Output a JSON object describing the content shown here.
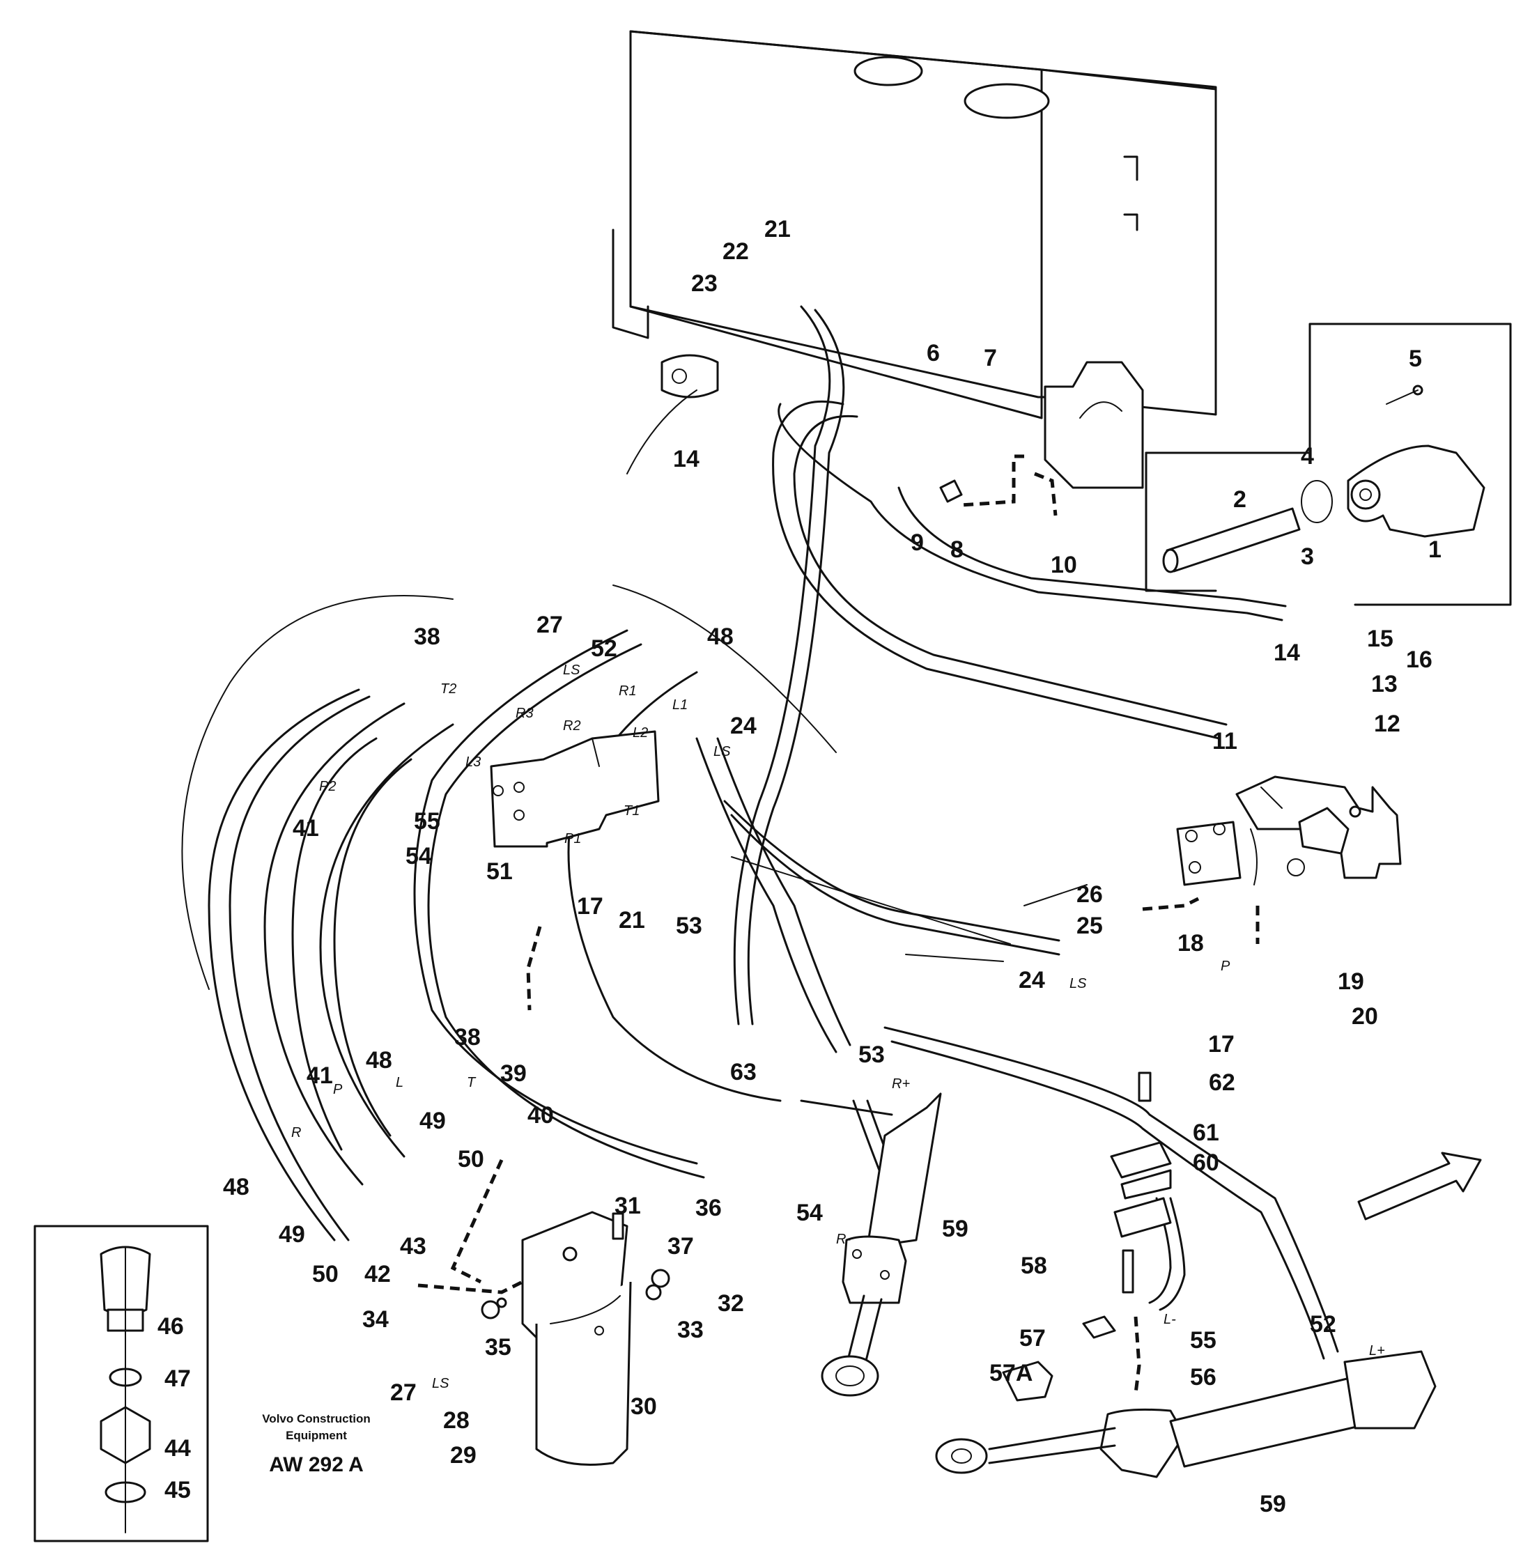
{
  "diagram": {
    "callouts": [
      "1",
      "2",
      "3",
      "4",
      "5",
      "6",
      "7",
      "8",
      "9",
      "10",
      "11",
      "12",
      "13",
      "14",
      "15",
      "16",
      "17",
      "18",
      "19",
      "20",
      "21",
      "22",
      "23",
      "24",
      "25",
      "26",
      "27",
      "28",
      "29",
      "30",
      "31",
      "32",
      "33",
      "34",
      "35",
      "36",
      "37",
      "38",
      "39",
      "40",
      "41",
      "42",
      "43",
      "44",
      "45",
      "46",
      "47",
      "48",
      "49",
      "50",
      "51",
      "52",
      "53",
      "54",
      "55",
      "56",
      "57",
      "57A",
      "58",
      "59",
      "60",
      "61",
      "62",
      "63"
    ],
    "ports": [
      "T2",
      "R3",
      "R2",
      "R1",
      "L1",
      "L2",
      "L3",
      "LS",
      "P1",
      "T1",
      "P2",
      "P",
      "T",
      "L",
      "R",
      "R+",
      "R-",
      "L-",
      "L+"
    ],
    "credit_line1": "Volvo Construction",
    "credit_line2": "Equipment",
    "drawing_code": "AW 292 A"
  }
}
